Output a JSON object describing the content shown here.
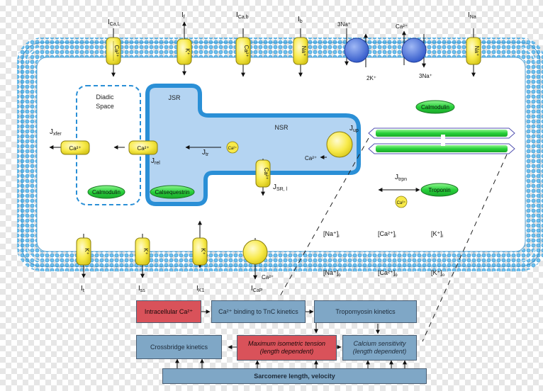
{
  "currents_top": {
    "ical": "I",
    "ical_sub": "Ca,L",
    "if": "I",
    "if_sub": "f",
    "icab": "I",
    "icab_sub": "Ca,b",
    "ib": "I",
    "ib_sub": "b",
    "ina": "I",
    "ina_sub": "Na"
  },
  "pump_labels": {
    "na_in": "3Na⁺",
    "k_out": "2K⁺",
    "ca_out": "Ca²⁺",
    "na_in2": "3Na⁺"
  },
  "channel_ions": {
    "ca": "Ca²⁺",
    "k": "K⁺",
    "na": "Na⁺"
  },
  "compartments": {
    "dyadic": "Diadic Space",
    "jsr": "JSR",
    "nsr": "NSR"
  },
  "fluxes": {
    "jxfer": "J",
    "jxfer_sub": "xfer",
    "jrel": "J",
    "jrel_sub": "rel",
    "jtr": "J",
    "jtr_sub": "tr",
    "jup": "J",
    "jup_sub": "up",
    "jsrl": "J",
    "jsrl_sub": "SR, l",
    "jtrpn": "J",
    "jtrpn_sub": "trpn"
  },
  "proteins": {
    "calmodulin": "Calmodulin",
    "calsequestrin": "Calsequestrin",
    "troponin": "Troponin"
  },
  "concentrations": {
    "na_i": "[Na⁺]",
    "na_i_sub": "i",
    "ca_i": "[Ca²⁺]",
    "ca_i_sub": "i",
    "k_i": "[K⁺]",
    "k_i_sub": "i",
    "na_o": "[Na⁺]",
    "na_o_sub": "o",
    "ca_o": "[Ca²⁺]",
    "ca_o_sub": "o",
    "k_o": "[K⁺]",
    "k_o_sub": "o"
  },
  "currents_bottom": {
    "it": "I",
    "it_sub": "t",
    "iss": "I",
    "iss_sub": "ss",
    "ik1": "I",
    "ik1_sub": "K1",
    "icap": "I",
    "icap_sub": "CaP",
    "ca_pump": "Ca²⁺"
  },
  "flowchart": {
    "intracellular": "Intracellular Ca²⁺",
    "binding": "Ca²⁺ binding to TnC kinetics",
    "tropomyosin": "Tropomyosin kinetics",
    "crossbridge": "Crossbridge kinetics",
    "max_tension": "Maximum isometric tension (length dependent)",
    "ca_sensitivity": "Calcium sensitivity (length dependent)",
    "sarcomere": "Sarcomere length, velocity"
  },
  "colors": {
    "membrane": "#5fb3e6",
    "sr_fill": "#b4d4f2",
    "sr_border": "#2a8fd6",
    "channel": "#f5e431",
    "pump_blue": "#4a72dc",
    "protein_green": "#2fd43f",
    "fc_blue": "#7fa7c6",
    "fc_red": "#d9525a"
  }
}
